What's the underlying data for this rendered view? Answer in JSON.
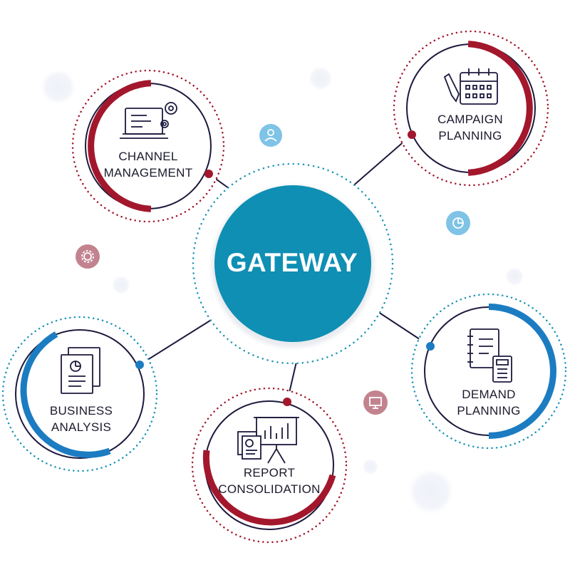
{
  "center": {
    "title": "GATEWAY"
  },
  "nodes": {
    "channel_management": {
      "line1": "CHANNEL",
      "line2": "MANAGEMENT"
    },
    "campaign_planning": {
      "line1": "CAMPAIGN",
      "line2": "PLANNING"
    },
    "business_analysis": {
      "line1": "BUSINESS",
      "line2": "ANALYSIS"
    },
    "demand_planning": {
      "line1": "DEMAND",
      "line2": "PLANNING"
    },
    "report_consolidation": {
      "line1": "REPORT",
      "line2": "CONSOLIDATION"
    }
  },
  "colors": {
    "center_fill": "#0f8fb4",
    "teal_dots": "#1a95b8",
    "crimson": "#a3172c",
    "blue_arc": "#1c7cc2",
    "navy_ring": "#1c1a3d",
    "connector": "#1c1a3d"
  },
  "floating_icons": [
    "user-icon",
    "pie-chart-icon",
    "gear-icon",
    "monitor-icon"
  ]
}
